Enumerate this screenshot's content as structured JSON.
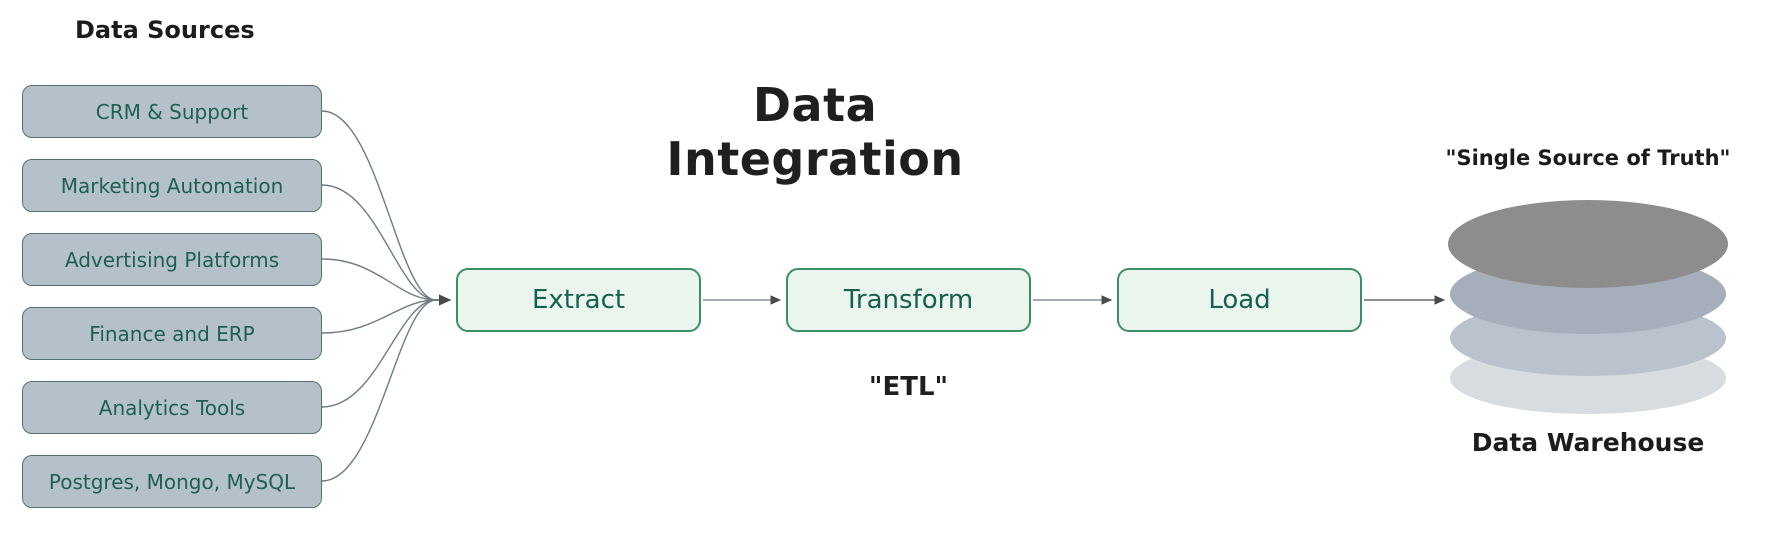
{
  "title": "Data Integration",
  "sources": {
    "heading": "Data Sources",
    "items": [
      {
        "label": "CRM & Support"
      },
      {
        "label": "Marketing Automation"
      },
      {
        "label": "Advertising Platforms"
      },
      {
        "label": "Finance and ERP"
      },
      {
        "label": "Analytics Tools"
      },
      {
        "label": "Postgres, Mongo, MySQL"
      }
    ]
  },
  "pipeline": {
    "steps": [
      {
        "label": "Extract"
      },
      {
        "label": "Transform"
      },
      {
        "label": "Load"
      }
    ],
    "caption": "\"ETL\""
  },
  "warehouse": {
    "quote": "\"Single Source of Truth\"",
    "label": "Data Warehouse"
  },
  "colors": {
    "source_box_fill": "#b5c1ca",
    "source_box_border": "#53726f",
    "source_text": "#1e5f52",
    "etl_box_fill": "#e9f5ed",
    "etl_box_border": "#3c8e66",
    "etl_text": "#17604f",
    "connector": "#6e7b84",
    "disk_top": "#8d8d8d",
    "disk_second": "#a5aeba",
    "disk_third": "#bac3cd",
    "disk_bottom": "#d7dce1"
  }
}
